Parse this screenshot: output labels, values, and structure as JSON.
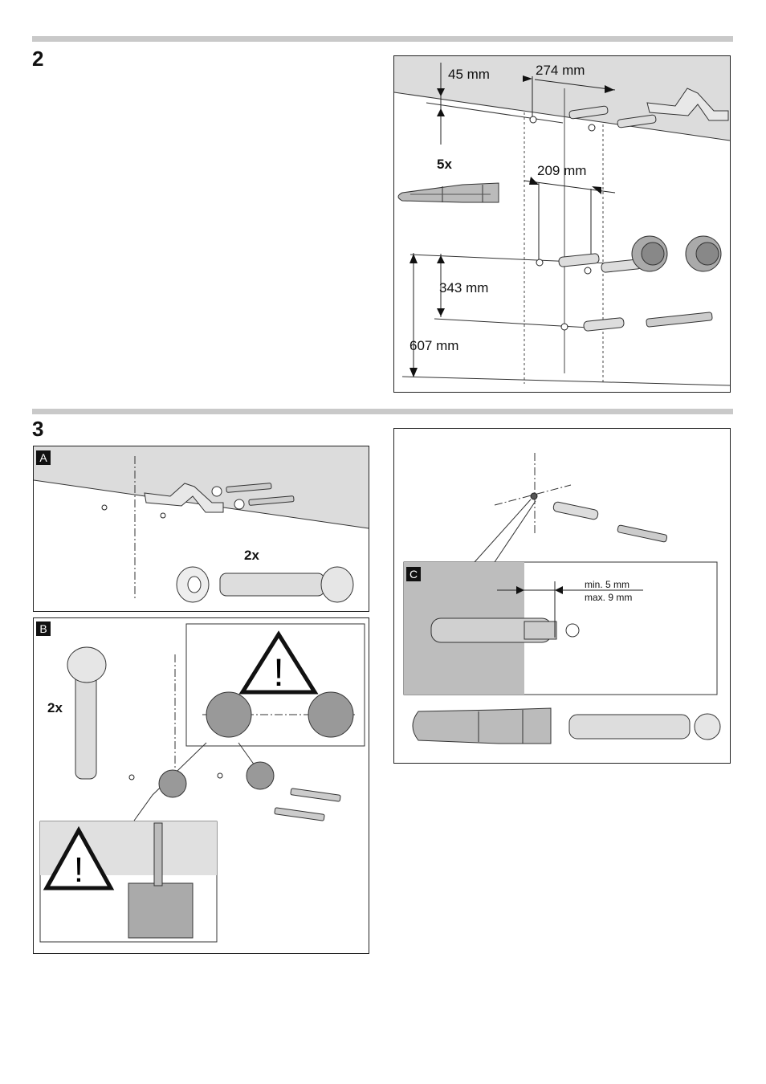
{
  "step2": {
    "number": "2",
    "dimensions": {
      "d45": "45 mm",
      "d274": "274 mm",
      "d209": "209 mm",
      "d343": "343 mm",
      "d607": "607 mm"
    },
    "quantity_label": "5x"
  },
  "step3": {
    "number": "3",
    "panel_a": {
      "tag": "A",
      "quantity_label": "2x"
    },
    "panel_b": {
      "tag": "B",
      "quantity_label": "2x"
    },
    "panel_c": {
      "tag": "C",
      "min_label": "min. 5 mm",
      "max_label": "max. 9 mm"
    }
  },
  "icons": [
    "warning-triangle-icon",
    "torx-screw-icon",
    "wall-plug-icon",
    "washer-icon"
  ],
  "colors": {
    "rule": "#c9c9c9",
    "wall": "#d9d9d9",
    "dark": "#111111"
  }
}
